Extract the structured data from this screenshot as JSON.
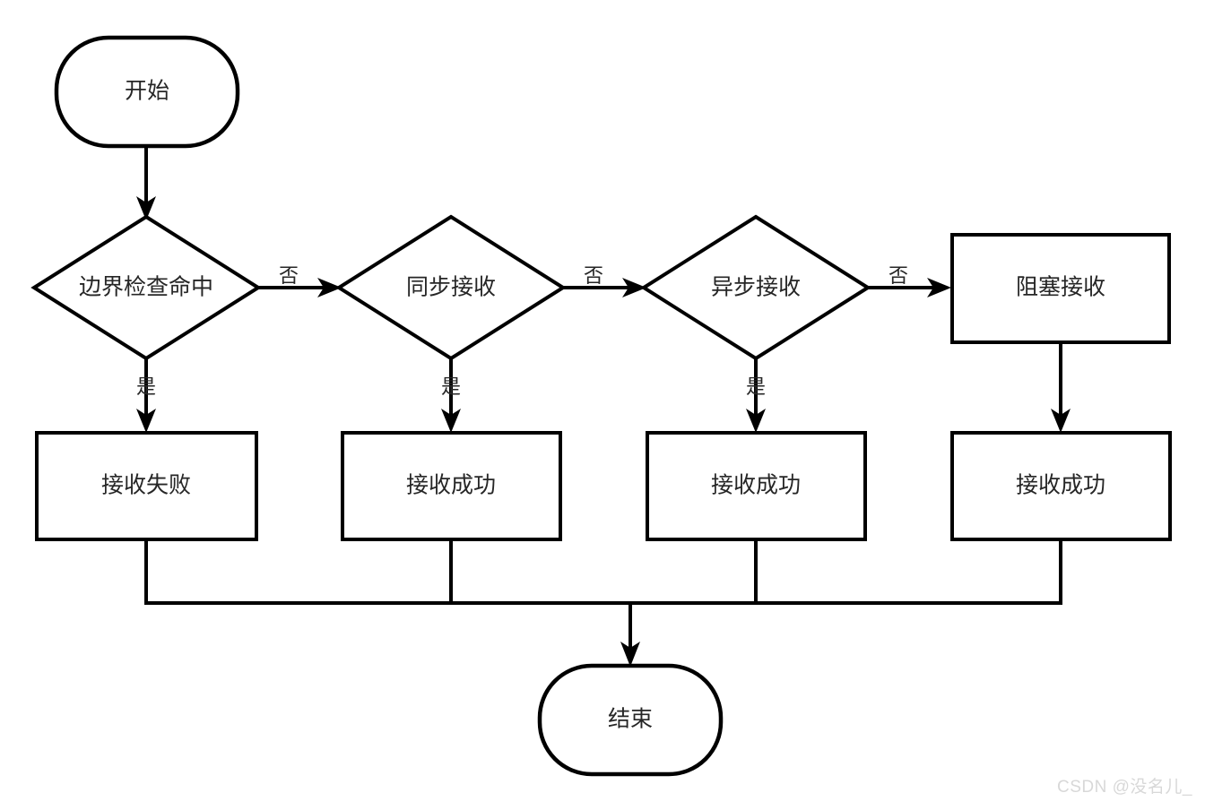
{
  "diagram": {
    "type": "flowchart",
    "title": "",
    "orientation": "left-to-right decisions with downward outcomes",
    "colors": {
      "background": "#ffffff",
      "stroke": "#000000",
      "node_fill": "#ffffff",
      "text": "#262626",
      "watermark": "#d8d8d8"
    },
    "nodes": {
      "start": {
        "label": "开始",
        "shape": "stadium"
      },
      "decision_boundary": {
        "label": "边界检查命中",
        "shape": "diamond"
      },
      "decision_sync": {
        "label": "同步接收",
        "shape": "diamond"
      },
      "decision_async": {
        "label": "异步接收",
        "shape": "diamond"
      },
      "process_blocking": {
        "label": "阻塞接收",
        "shape": "rectangle"
      },
      "result_fail": {
        "label": "接收失败",
        "shape": "rectangle"
      },
      "result_ok_sync": {
        "label": "接收成功",
        "shape": "rectangle"
      },
      "result_ok_async": {
        "label": "接收成功",
        "shape": "rectangle"
      },
      "result_ok_blocking": {
        "label": "接收成功",
        "shape": "rectangle"
      },
      "end": {
        "label": "结束",
        "shape": "stadium"
      }
    },
    "edge_labels": {
      "boundary_no": "否",
      "boundary_yes": "是",
      "sync_no": "否",
      "sync_yes": "是",
      "async_no": "否",
      "async_yes": "是"
    },
    "edges": [
      {
        "from": "start",
        "to": "decision_boundary",
        "label": ""
      },
      {
        "from": "decision_boundary",
        "to": "result_fail",
        "label": "是"
      },
      {
        "from": "decision_boundary",
        "to": "decision_sync",
        "label": "否"
      },
      {
        "from": "decision_sync",
        "to": "result_ok_sync",
        "label": "是"
      },
      {
        "from": "decision_sync",
        "to": "decision_async",
        "label": "否"
      },
      {
        "from": "decision_async",
        "to": "result_ok_async",
        "label": "是"
      },
      {
        "from": "decision_async",
        "to": "process_blocking",
        "label": "否"
      },
      {
        "from": "process_blocking",
        "to": "result_ok_blocking",
        "label": ""
      },
      {
        "from": "result_fail",
        "to": "end",
        "label": ""
      },
      {
        "from": "result_ok_sync",
        "to": "end",
        "label": ""
      },
      {
        "from": "result_ok_async",
        "to": "end",
        "label": ""
      },
      {
        "from": "result_ok_blocking",
        "to": "end",
        "label": ""
      }
    ]
  },
  "watermark": {
    "text": "CSDN @没名儿_"
  }
}
